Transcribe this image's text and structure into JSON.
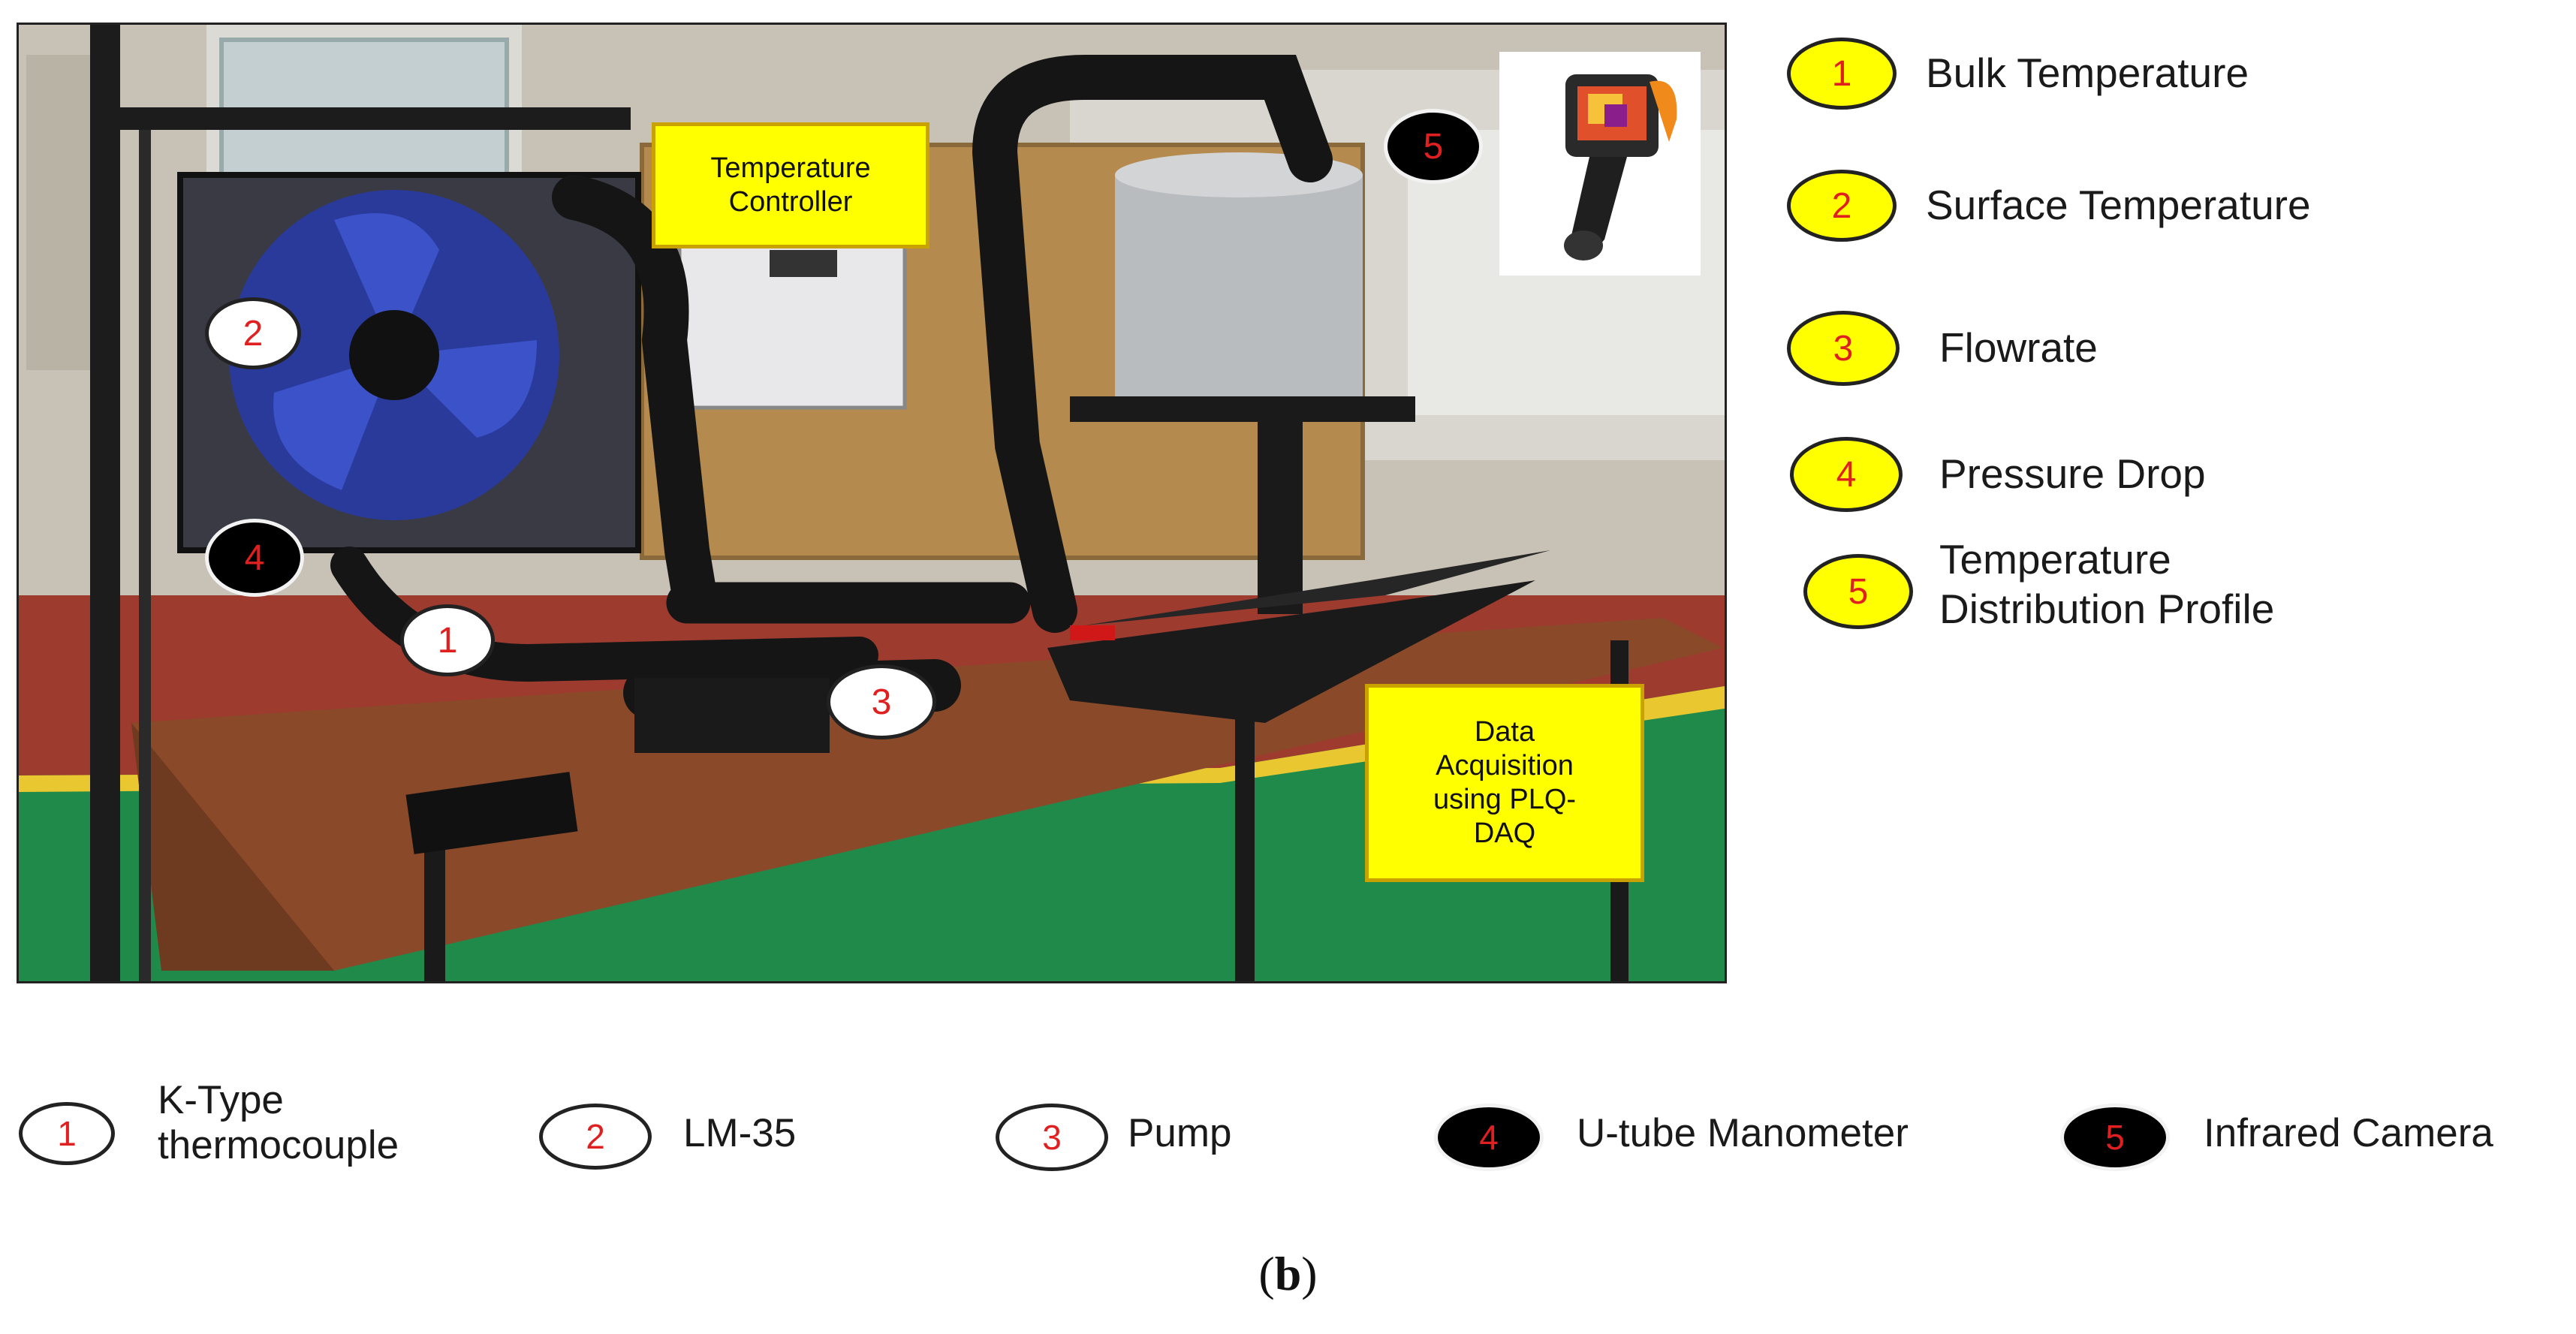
{
  "photo_callouts": {
    "temperature_controller": "Temperature\nController",
    "data_acquisition": "Data\nAcquisition\nusing PLQ-\nDAQ"
  },
  "photo_markers": [
    "1",
    "2",
    "3",
    "4",
    "5"
  ],
  "measured_parameters": [
    {
      "number": "1",
      "label": "Bulk Temperature"
    },
    {
      "number": "2",
      "label": "Surface Temperature"
    },
    {
      "number": "3",
      "label": "Flowrate"
    },
    {
      "number": "4",
      "label": "Pressure Drop"
    },
    {
      "number": "5",
      "label": "Temperature\nDistribution Profile"
    }
  ],
  "instruments": [
    {
      "number": "1",
      "label": "K-Type\nthermocouple",
      "style": "white"
    },
    {
      "number": "2",
      "label": "LM-35",
      "style": "white"
    },
    {
      "number": "3",
      "label": "Pump",
      "style": "white"
    },
    {
      "number": "4",
      "label": "U-tube Manometer",
      "style": "black"
    },
    {
      "number": "5",
      "label": "Infrared Camera",
      "style": "black"
    }
  ],
  "caption": {
    "open": "(",
    "letter": "b",
    "close": ")"
  },
  "colors": {
    "callout_fill": "#ffff00",
    "callout_border": "#c9a200",
    "marker_number": "#e02020",
    "floor_green": "#1f8a4a",
    "floor_red": "#9c3b2e",
    "table_top": "#8a4a2a"
  },
  "icons": {
    "camera": "thermal-camera-icon",
    "radiator": "radiator-fan-icon",
    "tank": "insulated-tank-icon"
  }
}
